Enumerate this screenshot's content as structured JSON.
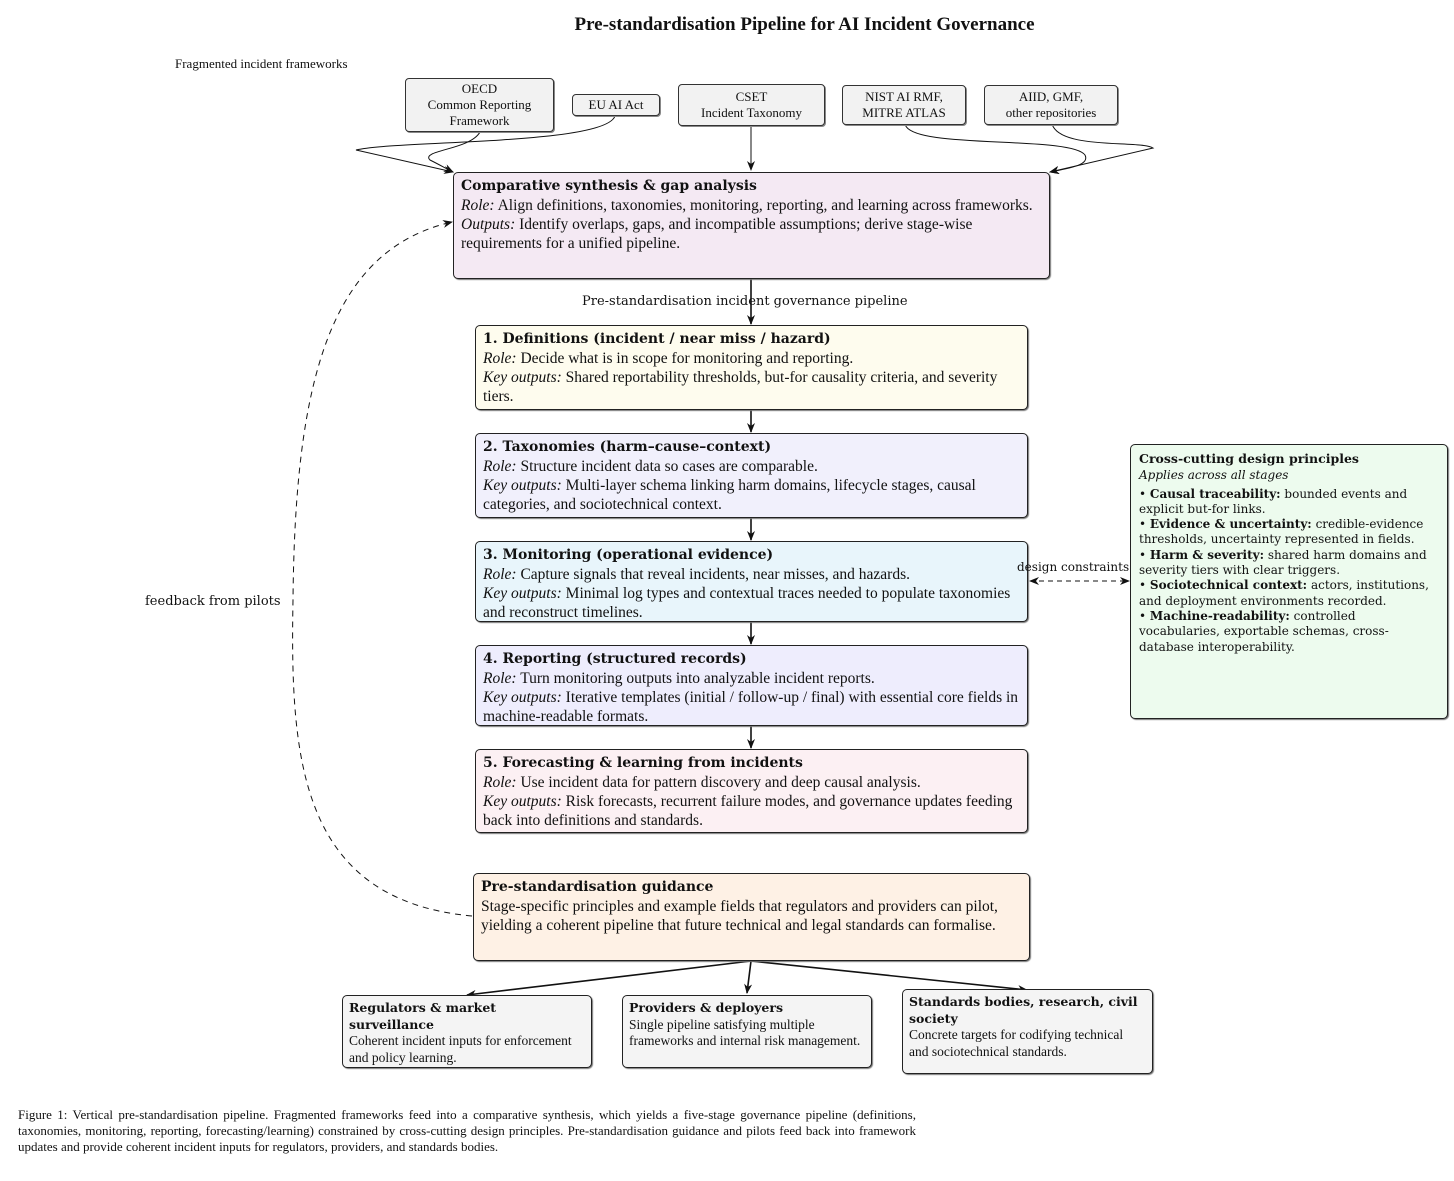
{
  "title": "Pre-standardisation Pipeline for AI Incident Governance",
  "fragmented_label": "Fragmented incident frameworks",
  "sources": [
    {
      "line1": "OECD",
      "line2": "Common Reporting",
      "line3": "Framework"
    },
    {
      "line1": "EU AI Act"
    },
    {
      "line1": "CSET",
      "line2": "Incident Taxonomy"
    },
    {
      "line1": "NIST AI RMF,",
      "line2": "MITRE ATLAS"
    },
    {
      "line1": "AIID, GMF,",
      "line2": "other repositories"
    }
  ],
  "synthesis": {
    "heading": "Comparative synthesis & gap analysis",
    "role_label": "Role:",
    "role": "Align definitions, taxonomies, monitoring, reporting, and learning across frameworks.",
    "outputs_label": "Outputs:",
    "outputs": "Identify overlaps, gaps, and incompatible assumptions; derive stage-wise requirements for a unified pipeline.",
    "color": "#f4e9f3"
  },
  "pipeline_label": "Pre-standardisation incident governance pipeline",
  "stages": [
    {
      "heading": "1.  Definitions (incident / near miss / hazard)",
      "role_label": "Role:",
      "role": "Decide what is in scope for monitoring and reporting.",
      "outputs_label": "Key outputs:",
      "outputs": "Shared reportability thresholds, but-for causality criteria, and severity tiers.",
      "color": "#fefcee"
    },
    {
      "heading": "2.  Taxonomies (harm–cause–context)",
      "role_label": "Role:",
      "role": "Structure incident data so cases are comparable.",
      "outputs_label": "Key outputs:",
      "outputs": "Multi-layer schema linking harm domains, lifecycle stages, causal categories, and sociotechnical context.",
      "color": "#f1f0fc"
    },
    {
      "heading": "3.  Monitoring (operational evidence)",
      "role_label": "Role:",
      "role": "Capture signals that reveal incidents, near misses, and hazards.",
      "outputs_label": "Key outputs:",
      "outputs": "Minimal log types and contextual traces needed to populate taxonomies and reconstruct timelines.",
      "color": "#e8f5fb"
    },
    {
      "heading": "4.  Reporting (structured records)",
      "role_label": "Role:",
      "role": "Turn monitoring outputs into analyzable incident reports.",
      "outputs_label": "Key outputs:",
      "outputs": "Iterative templates (initial / follow-up / final) with essential core fields in machine-readable formats.",
      "color": "#eeedfd"
    },
    {
      "heading": "5.  Forecasting & learning from incidents",
      "role_label": "Role:",
      "role": "Use incident data for pattern discovery and deep causal analysis.",
      "outputs_label": "Key outputs:",
      "outputs": "Risk forecasts, recurrent failure modes, and governance updates feeding back into definitions and standards.",
      "color": "#fcf0f3"
    }
  ],
  "principles": {
    "heading": "Cross-cutting design principles",
    "subheading": "Applies across all stages",
    "items": [
      {
        "label": "Causal traceability:",
        "text": "bounded events and explicit but-for links."
      },
      {
        "label": "Evidence & uncertainty:",
        "text": "credible-evidence thresholds, uncertainty represented in fields."
      },
      {
        "label": "Harm & severity:",
        "text": "shared harm domains and severity tiers with clear triggers."
      },
      {
        "label": "Sociotechnical context:",
        "text": "actors, institutions, and deployment environments recorded."
      },
      {
        "label": "Machine-readability:",
        "text": "controlled vocabularies, exportable schemas, cross-database interoperability."
      }
    ],
    "color": "#edfbee"
  },
  "design_constraints_label": "design constraints",
  "feedback_label": "feedback from pilots",
  "guidance": {
    "heading": "Pre-standardisation guidance",
    "text": "Stage-specific principles and example fields that regulators and providers can pilot, yielding a coherent pipeline that future technical and legal standards can formalise.",
    "color": "#fef1e5"
  },
  "audiences": [
    {
      "heading": "Regulators & market surveillance",
      "text": "Coherent incident inputs for enforcement and policy learning."
    },
    {
      "heading": "Providers & deployers",
      "text": "Single pipeline satisfying multiple frameworks and internal risk management."
    },
    {
      "heading": "Standards bodies, research, civil society",
      "text": "Concrete targets for codifying technical and sociotechnical standards."
    }
  ],
  "caption": "Figure 1: Vertical pre-standardisation pipeline. Fragmented frameworks feed into a comparative synthesis, which yields a five-stage governance pipeline (definitions, taxonomies, monitoring, reporting, forecasting/learning) constrained by cross-cutting design principles. Pre-standardisation guidance and pilots feed back into framework updates and provide coherent incident inputs for regulators, providers, and standards bodies."
}
